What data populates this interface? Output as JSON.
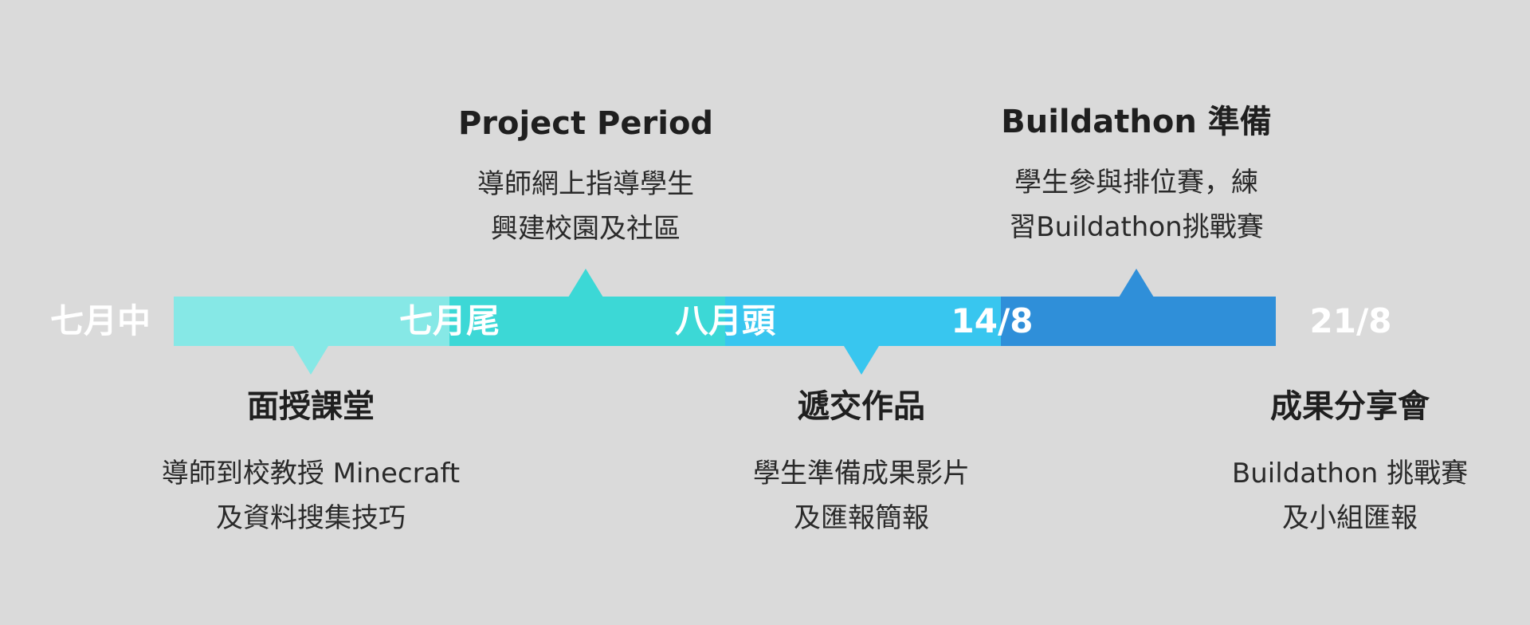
{
  "timeline": {
    "colors": {
      "background": "#dadada",
      "segment_1": "#86e8e6",
      "segment_2": "#3cd8d6",
      "segment_3": "#38c6ef",
      "segment_4": "#2f8fd9"
    },
    "dates": [
      "七月中",
      "七月尾",
      "八月頭",
      "14/8",
      "21/8"
    ],
    "events": [
      {
        "title": "面授課堂",
        "lines": [
          "導師到校教授 Minecraft",
          "及資料搜集技巧"
        ],
        "position": "below"
      },
      {
        "title": "Project Period",
        "lines": [
          "導師網上指導學生",
          "興建校園及社區"
        ],
        "position": "above"
      },
      {
        "title": "遞交作品",
        "lines": [
          "學生準備成果影片",
          "及匯報簡報"
        ],
        "position": "below"
      },
      {
        "title": "Buildathon 準備",
        "lines": [
          "學生參與排位賽，練",
          "習Buildathon挑戰賽"
        ],
        "position": "above"
      },
      {
        "title": "成果分享會",
        "lines": [
          "Buildathon 挑戰賽",
          "及小組匯報"
        ],
        "position": "below"
      }
    ]
  }
}
